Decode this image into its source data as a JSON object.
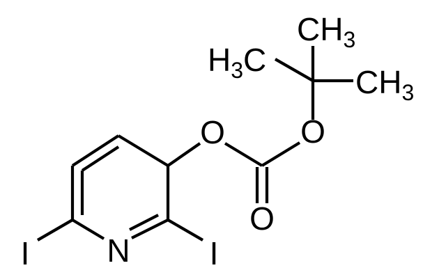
{
  "molecule": {
    "atoms": {
      "methyl_top": {
        "main": "CH",
        "sub": "3"
      },
      "methyl_left": {
        "pre": "H",
        "sub": "3",
        "post": "C"
      },
      "methyl_right": {
        "main": "CH",
        "sub": "3"
      },
      "ester_oxygen_left": "O",
      "ester_oxygen_right": "O",
      "carbonyl_oxygen": "O",
      "ring_nitrogen": "N",
      "iodine_left": "I",
      "iodine_right": "I"
    }
  }
}
